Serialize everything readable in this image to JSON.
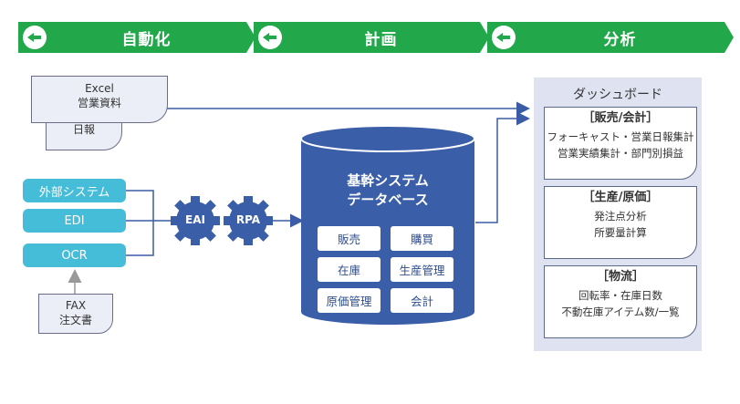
{
  "header": {
    "automation": "自動化",
    "plan": "計画",
    "analysis": "分析"
  },
  "sources": {
    "excel_line1": "Excel",
    "excel_line2": "営業資料",
    "daily_report": "日報",
    "external": "外部システム",
    "edi": "EDI",
    "ocr": "OCR",
    "fax_line1": "FAX",
    "fax_line2": "注文書"
  },
  "gears": {
    "eai": "EAI",
    "rpa": "RPA"
  },
  "database": {
    "title_line1": "基幹システム",
    "title_line2": "データベース",
    "modules": [
      "販売",
      "購買",
      "在庫",
      "生産管理",
      "原価管理",
      "会計"
    ]
  },
  "dashboard": {
    "title": "ダッシュボード",
    "cards": [
      {
        "title": "［販売/会計］",
        "line1": "フォーキャスト・営業日報集計",
        "line2": "営業実績集計・部門別損益"
      },
      {
        "title": "［生産/原価］",
        "line1": "発注点分析",
        "line2": "所要量計算"
      },
      {
        "title": "［物流］",
        "line1": "回転率・在庫日数",
        "line2": "不動在庫アイテム数/一覧"
      }
    ]
  },
  "colors": {
    "banner_green": "#22a84a",
    "pill_cyan": "#45bcd8",
    "db_blue": "#3b5ea8",
    "arrow_blue": "#3c5ba6",
    "dashboard_bg": "#dfe2f1"
  }
}
